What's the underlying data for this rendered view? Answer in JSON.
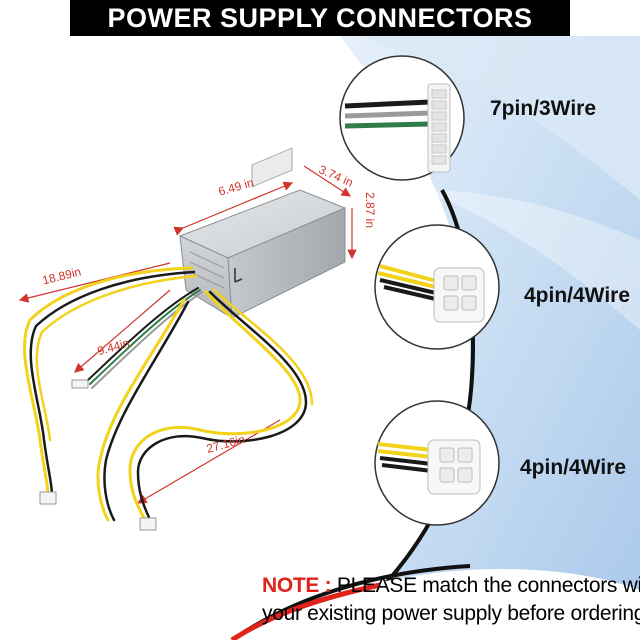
{
  "title": "POWER SUPPLY CONNECTORS",
  "dimensions": {
    "width": "6.49 in",
    "depth": "3.74 in",
    "height": "2.87 in",
    "cable_long": "18.89in",
    "cable_short": "9.44in",
    "cable_main": "27.16in"
  },
  "connectors": [
    {
      "label": "7pin/3Wire"
    },
    {
      "label": "4pin/4Wire"
    },
    {
      "label": "4pin/4Wire"
    }
  ],
  "note": {
    "key": "NOTE :",
    "line1": " PLEASE match the connectors with",
    "line2": "your existing power supply before ordering"
  },
  "colors": {
    "title_bg": "#000000",
    "dimension_red": "#d0342c",
    "note_red": "#e0231b",
    "wire_yellow": "#f2d21b",
    "wire_black": "#1a1a1a",
    "wire_green": "#2e7d46",
    "wire_gray": "#9a9a9a"
  }
}
